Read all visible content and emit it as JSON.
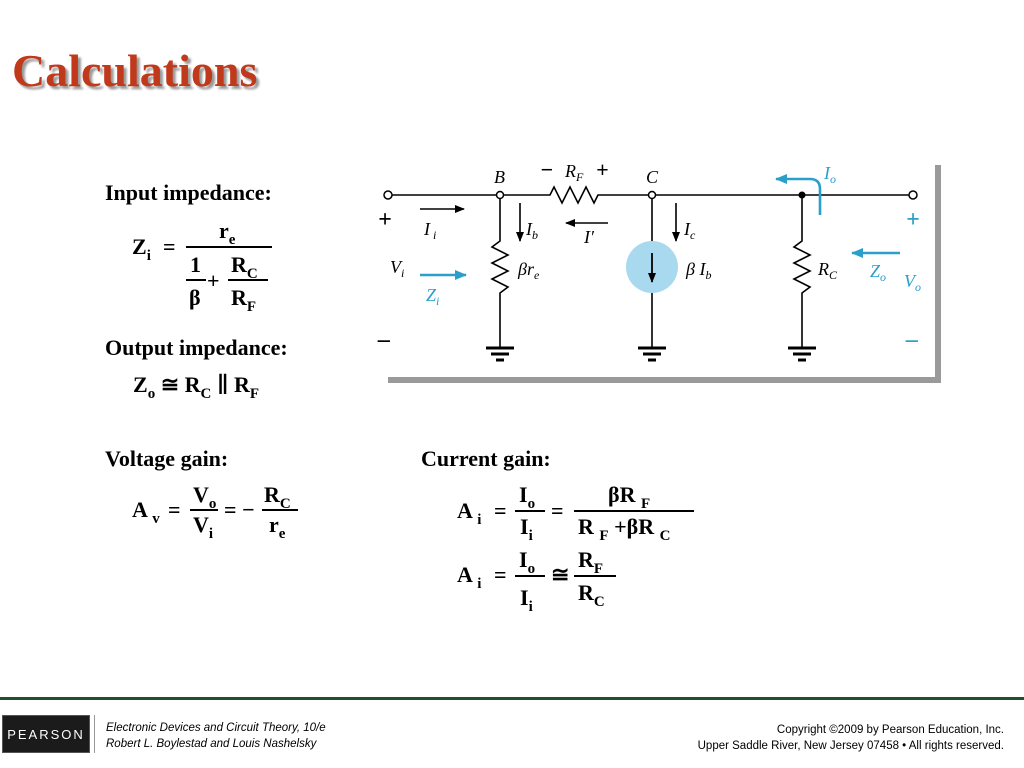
{
  "title": "Calculations",
  "input": {
    "heading": "Input impedance:",
    "lhs": "Z",
    "lhs_sub": "i",
    "eq": "=",
    "num": "r",
    "num_sub": "e",
    "den_a_num": "1",
    "den_a_den": "β",
    "den_plus": "+",
    "den_b_num": "R",
    "den_b_num_sub": "C",
    "den_b_den": "R",
    "den_b_den_sub": "F"
  },
  "output": {
    "heading": "Output impedance:",
    "lhs": "Z",
    "lhs_sub": "o",
    "approx": "≅",
    "r1": "R",
    "r1_sub": "C",
    "par": "∥",
    "r2": "R",
    "r2_sub": "F"
  },
  "voltage": {
    "heading": "Voltage gain:",
    "lhs": "A",
    "lhs_sub": "v",
    "eq1": "=",
    "f1_num": "V",
    "f1_num_sub": "o",
    "f1_den": "V",
    "f1_den_sub": "i",
    "eq2": "= −",
    "f2_num": "R",
    "f2_num_sub": "C",
    "f2_den": "r",
    "f2_den_sub": "e"
  },
  "current": {
    "heading": "Current gain:",
    "l1_lhs": "A",
    "l1_lhs_sub": "i",
    "l1_eq1": "=",
    "l1_f1_num": "I",
    "l1_f1_num_sub": "o",
    "l1_f1_den": "I",
    "l1_f1_den_sub": "i",
    "l1_eq2": "=",
    "l1_f2_num": "βR",
    "l1_f2_num_sub": "F",
    "l1_f2_den_a": "R",
    "l1_f2_den_a_sub": "F",
    "l1_f2_den_plus": "+βR",
    "l1_f2_den_b_sub": "C",
    "l2_lhs": "A",
    "l2_lhs_sub": "i",
    "l2_eq1": "=",
    "l2_f1_num": "I",
    "l2_f1_num_sub": "o",
    "l2_f1_den": "I",
    "l2_f1_den_sub": "i",
    "l2_approx": "≅",
    "l2_f2_num": "R",
    "l2_f2_num_sub": "F",
    "l2_f2_den": "R",
    "l2_f2_den_sub": "C"
  },
  "circuit": {
    "node_b": "B",
    "node_c": "C",
    "rf": "R",
    "rf_sub": "F",
    "minus": "−",
    "plus": "+",
    "ii": "I",
    "ii_sub": "i",
    "ib": "I",
    "ib_sub": "b",
    "iprime": "I′",
    "ic": "I",
    "ic_sub": "c",
    "io": "I",
    "io_sub": "o",
    "vi": "V",
    "vi_sub": "i",
    "zi": "Z",
    "zi_sub": "i",
    "bre": "βr",
    "bre_sub": "e",
    "bib": "β I",
    "bib_sub": "b",
    "rc": "R",
    "rc_sub": "C",
    "zo": "Z",
    "zo_sub": "o",
    "vo": "V",
    "vo_sub": "o",
    "in_plus": "+",
    "in_minus": "–",
    "out_plus": "+",
    "out_minus": "–"
  },
  "footer": {
    "logo": "PEARSON",
    "book": "Electronic Devices and Circuit Theory, 10/e",
    "authors": "Robert L. Boylestad and Louis Nashelsky",
    "copyright": "Copyright ©2009 by Pearson Education, Inc.",
    "address": "Upper Saddle River, New Jersey 07458 • All rights reserved."
  },
  "colors": {
    "title": "#c0391b",
    "accent": "#2a9fc9",
    "source_fill": "#a9d9ee"
  }
}
